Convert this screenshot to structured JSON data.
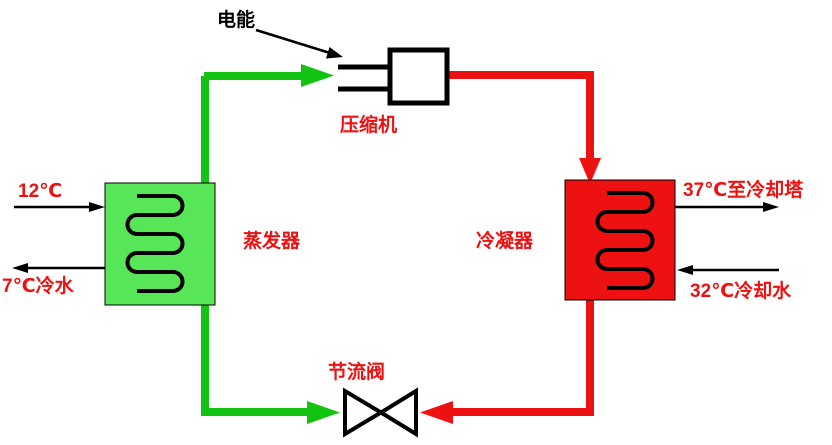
{
  "labels": {
    "electric_energy": "电能",
    "compressor": "压缩机",
    "evaporator": "蒸发器",
    "condenser": "冷凝器",
    "throttle_valve": "节流阀",
    "chilled_water_in": "12℃",
    "chilled_water_out": "7℃冷水",
    "cooling_water_out": "37℃至冷却塔",
    "cooling_water_in": "32℃冷却水"
  },
  "colors": {
    "red": "#ee1111",
    "green-line": "#12c312",
    "green-box": "#57e657",
    "black": "#000000",
    "bg": "#ffffff"
  }
}
